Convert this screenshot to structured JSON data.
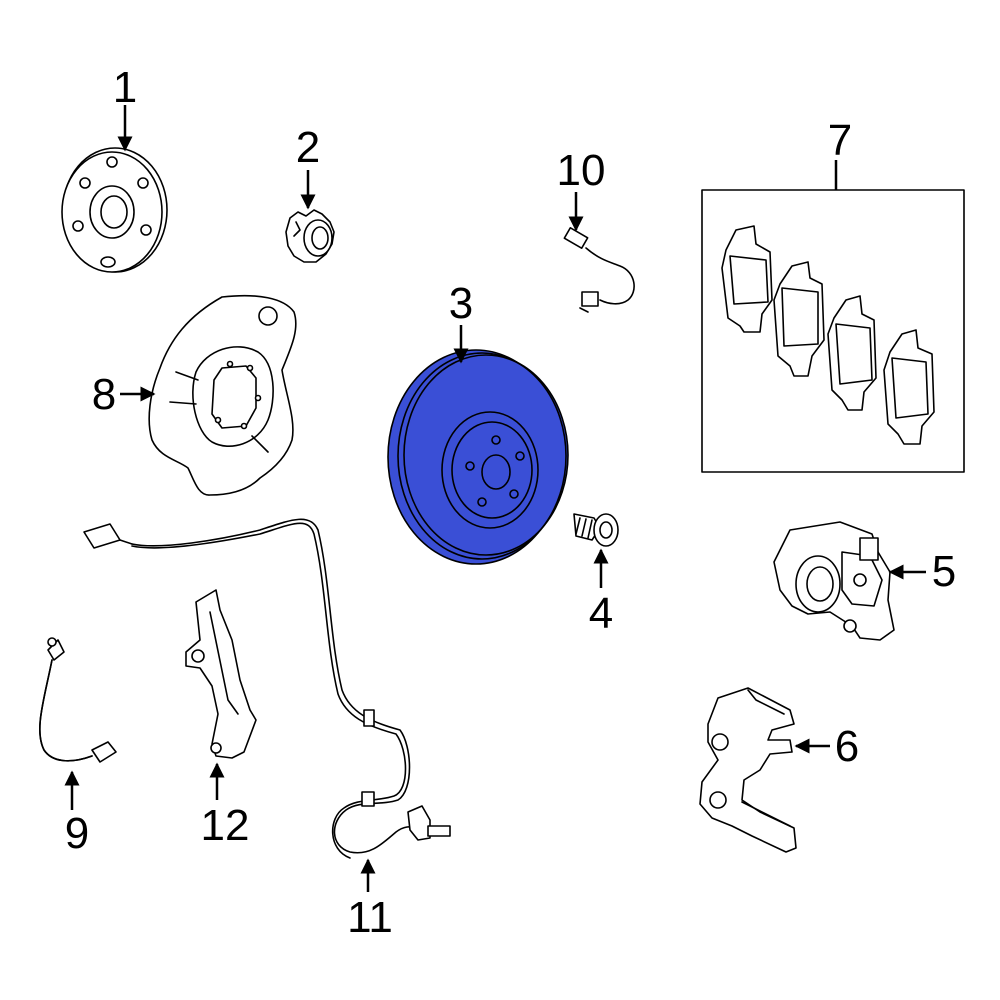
{
  "diagram": {
    "colors": {
      "line": "#000000",
      "background": "#ffffff",
      "highlight": "#3a4fd6"
    },
    "callouts": {
      "c1": "1",
      "c2": "2",
      "c3": "3",
      "c4": "4",
      "c5": "5",
      "c6": "6",
      "c7": "7",
      "c8": "8",
      "c9": "9",
      "c10": "10",
      "c11": "11",
      "c12": "12"
    },
    "highlighted_part": "3"
  }
}
